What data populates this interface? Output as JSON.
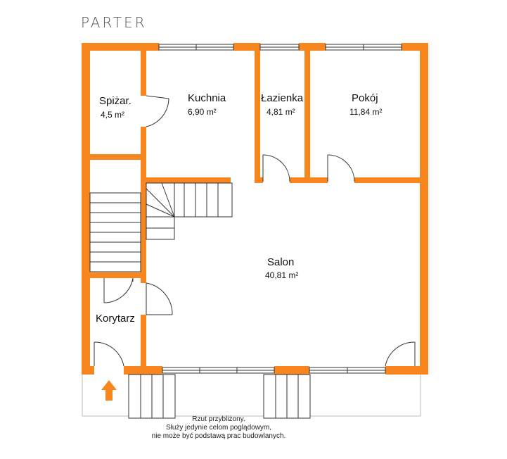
{
  "title": "PARTER",
  "rooms": {
    "spizarnia": {
      "name": "Spiżar.",
      "area": "4,5 m²"
    },
    "kuchnia": {
      "name": "Kuchnia",
      "area": "6,90 m²"
    },
    "lazienka": {
      "name": "Łazienka",
      "area": "4,81 m²"
    },
    "pokoj": {
      "name": "Pokój",
      "area": "11,84 m²"
    },
    "salon": {
      "name": "Salon",
      "area": "40,81 m²"
    },
    "korytarz": {
      "name": "Korytarz"
    }
  },
  "note": {
    "line1": "Rzut przybliżony.",
    "line2": "Służy jedynie celom poglądowym,",
    "line3": "nie może być podstawą prac budowlanych."
  },
  "colors": {
    "wall": "#f7861e",
    "line": "#333333",
    "arrow": "#f7861e",
    "title": "#555555"
  }
}
